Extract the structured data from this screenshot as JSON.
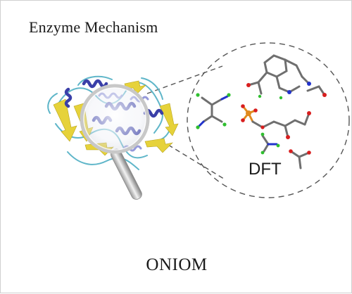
{
  "figure": {
    "title": "Enzyme Mechanism",
    "method_large": "ONIOM",
    "method_small": "DFT"
  },
  "colors": {
    "helix": "#3a3fa8",
    "helix_light": "#8a8fd6",
    "sheet": "#e6d23a",
    "coil": "#5fb6c9",
    "carbon": "#6f6f6f",
    "oxygen": "#d81e1e",
    "nitrogen": "#2233cc",
    "hydrogen": "#2fbf2f",
    "phosphorus": "#e08a1e",
    "dash": "#555555"
  },
  "icons": {
    "protein": "enzyme-ribbon-structure",
    "lens": "magnifying-glass-icon",
    "zoom_region": "qm-region-zoom-circle"
  }
}
